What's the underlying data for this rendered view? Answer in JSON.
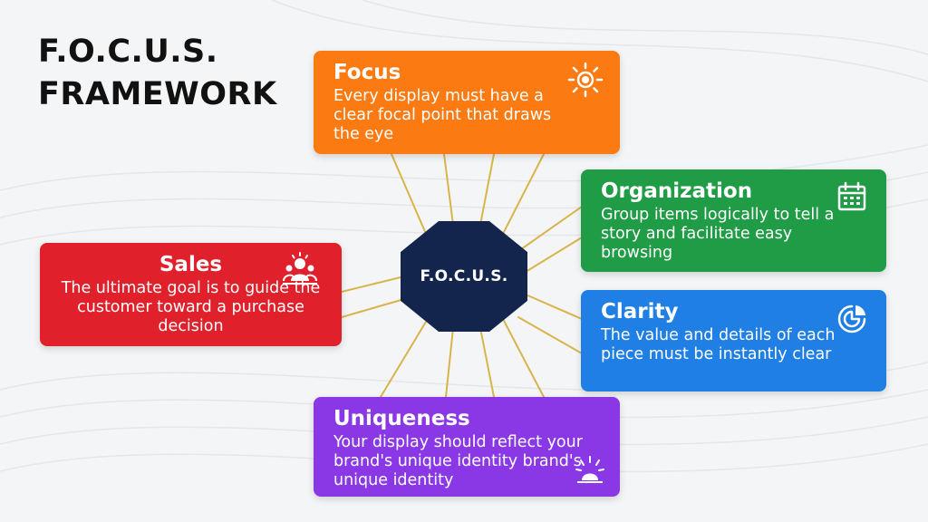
{
  "title": "F.O.C.U.S.\nFRAMEWORK",
  "hub": {
    "label": "F.O.C.U.S.",
    "color": "#13244d"
  },
  "connector_color": "#d9b44a",
  "cards": {
    "focus": {
      "title": "Focus",
      "text": "Every display must have a clear focal point that draws the eye",
      "color": "#fb7a12",
      "icon": "sun-icon"
    },
    "organization": {
      "title": "Organization",
      "text": "Group items logically to tell a story and facilitate easy browsing",
      "color": "#1f9c45",
      "icon": "calendar-icon"
    },
    "clarity": {
      "title": "Clarity",
      "text": "The value and details of each piece must be instantly clear",
      "color": "#1f7fe5",
      "icon": "pie-chart-icon"
    },
    "sales": {
      "title": "Sales",
      "text": "The ultimate goal is to guide the customer toward a purchase decision",
      "color": "#e0202a",
      "icon": "crowd-icon"
    },
    "uniqueness": {
      "title": "Uniqueness",
      "text": "Your display should reflect your brand's unique identity brand's unique identity",
      "color": "#8a38e6",
      "icon": "sparkle-icon"
    }
  }
}
